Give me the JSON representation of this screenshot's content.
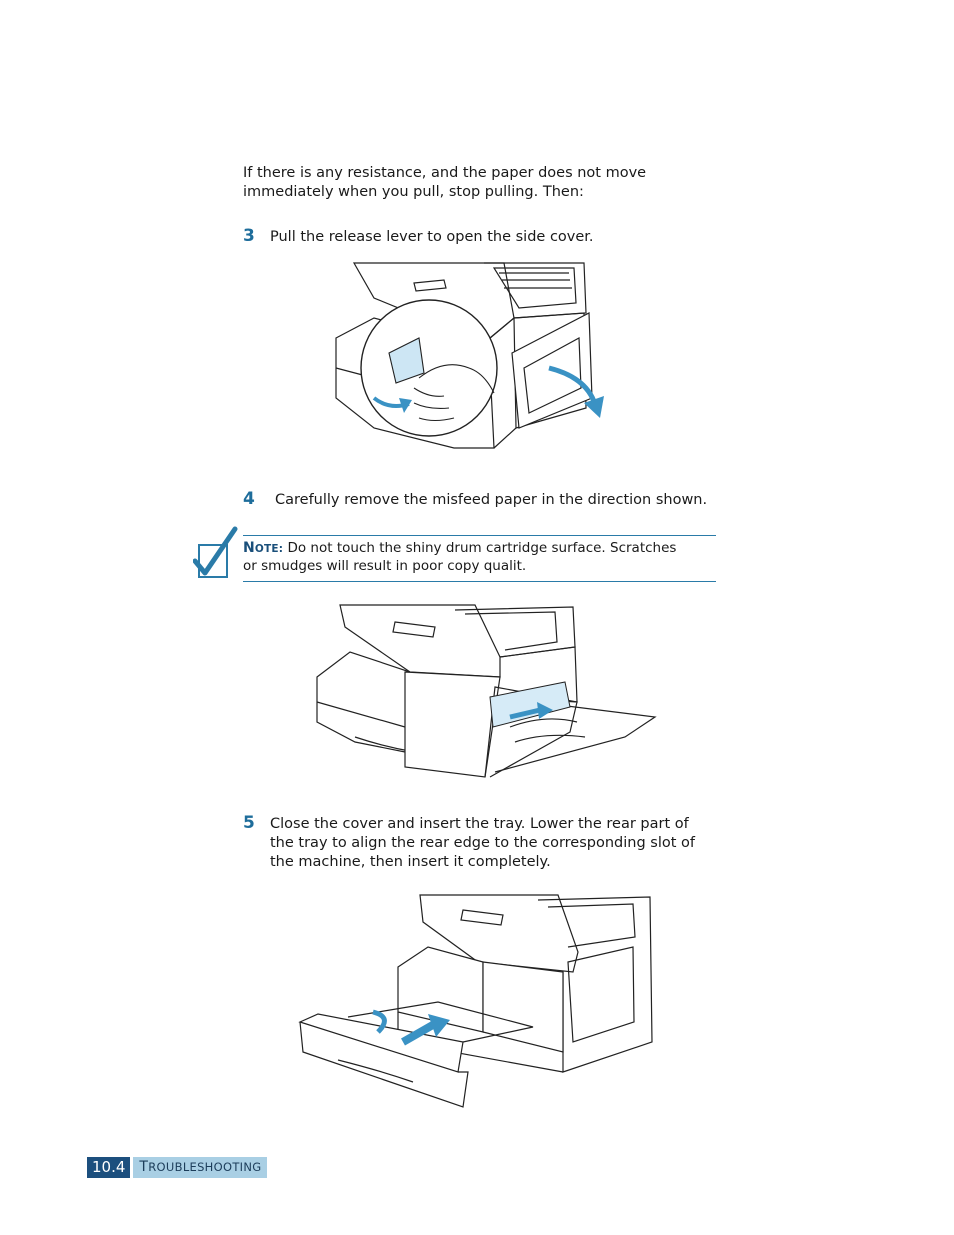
{
  "intro": {
    "line1": "If there is any resistance, and the paper does not move",
    "line2": "immediately when you pull, stop pulling. Then:"
  },
  "steps": [
    {
      "number": "3",
      "text": "Pull the release lever to open the side cover."
    },
    {
      "number": "4",
      "text": "Carefully remove the misfeed paper in the direction shown."
    },
    {
      "number": "5",
      "line1": "Close the cover and insert the tray. Lower the rear part of",
      "line2": "the tray to align the rear edge to the corresponding slot of",
      "line3": "the machine, then insert it completely."
    }
  ],
  "note": {
    "label_cap": "N",
    "label_rest": "OTE:",
    "line1": "Do not touch the shiny drum cartridge surface. Scratches",
    "line2": "or smudges will result in poor copy qualit."
  },
  "footer": {
    "page_number": "10.4",
    "section_cap": "T",
    "section_rest": "ROUBLESHOOTING"
  },
  "colors": {
    "accent": "#1e6d9b",
    "arrow": "#3a92c4",
    "footer_dark": "#1c4f7e",
    "footer_light": "#a9cfe4"
  },
  "icons": [
    "note-checkmark-icon"
  ]
}
